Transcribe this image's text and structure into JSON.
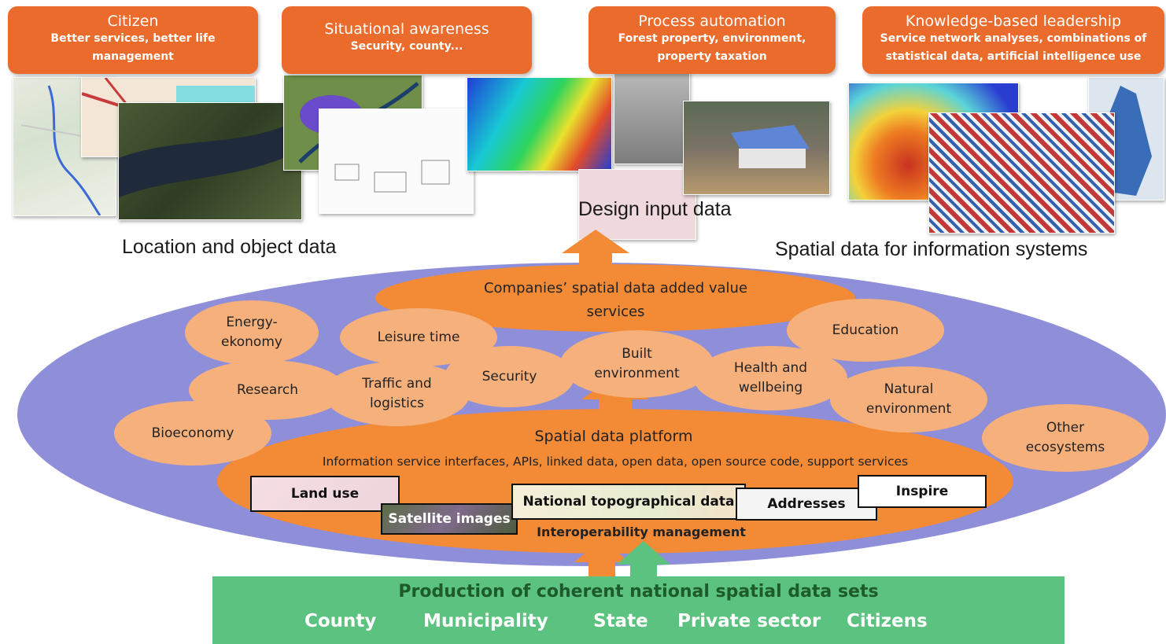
{
  "top_boxes": [
    {
      "title": "Citizen",
      "subtitle": "Better services, better life management"
    },
    {
      "title": "Situational awareness",
      "subtitle": "Security, county..."
    },
    {
      "title": "Process automation",
      "subtitle": "Forest property, environment, property taxation"
    },
    {
      "title": "Knowledge-based leadership",
      "subtitle": "Service network analyses, combinations of statistical data, artificial intelligence use"
    }
  ],
  "captions": {
    "location": "Location and object data",
    "design": "Design input data",
    "spatial_is": "Spatial data for information systems"
  },
  "ecosystem": {
    "added_value": "Companies’ spatial data added value services",
    "sectors": [
      {
        "label": "Energy-ekonomy"
      },
      {
        "label": "Leisure time"
      },
      {
        "label": "Research"
      },
      {
        "label": "Traffic and logistics"
      },
      {
        "label": "Security"
      },
      {
        "label": "Built environment"
      },
      {
        "label": "Health and wellbeing"
      },
      {
        "label": "Education"
      },
      {
        "label": "Natural environment"
      },
      {
        "label": "Bioeconomy"
      },
      {
        "label": "Other ecosystems"
      }
    ]
  },
  "platform": {
    "title": "Spatial data platform",
    "subtitle": "Information service interfaces, APIs, linked data, open data, open source code, support services",
    "datasets": [
      "Land use",
      "Satellite images",
      "National topographical data",
      "Addresses",
      "Inspire"
    ],
    "footer": "Interoperability management"
  },
  "production": {
    "title": "Production of coherent national spatial data sets",
    "sources": [
      "County",
      "Municipality",
      "State",
      "Private sector",
      "Citizens"
    ]
  },
  "colors": {
    "orange": "#ea6b2c",
    "light_orange": "#f6b07c",
    "platform_orange": "#f28a36",
    "purple": "#8f8fd9",
    "green": "#5cc27f"
  }
}
